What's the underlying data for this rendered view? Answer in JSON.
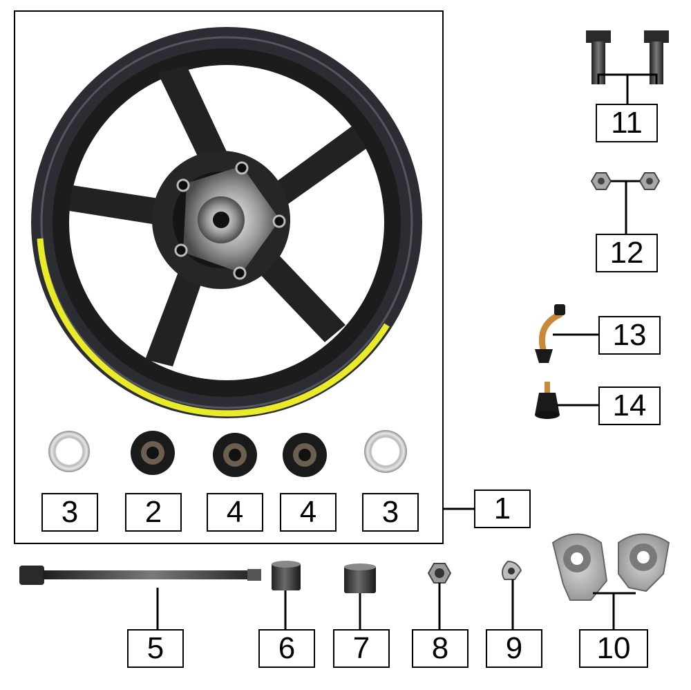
{
  "callouts": {
    "c1": "1",
    "c2": "2",
    "c3a": "3",
    "c3b": "3",
    "c4a": "4",
    "c4b": "4",
    "c5": "5",
    "c6": "6",
    "c7": "7",
    "c8": "8",
    "c9": "9",
    "c10": "10",
    "c11": "11",
    "c12": "12",
    "c13": "13",
    "c14": "14"
  },
  "colors": {
    "tire": "#2b2d33",
    "rim": "#1c1c1c",
    "stripe": "#e8ea2a",
    "metal": "#c9c9c9",
    "brass": "#c88a3a"
  }
}
